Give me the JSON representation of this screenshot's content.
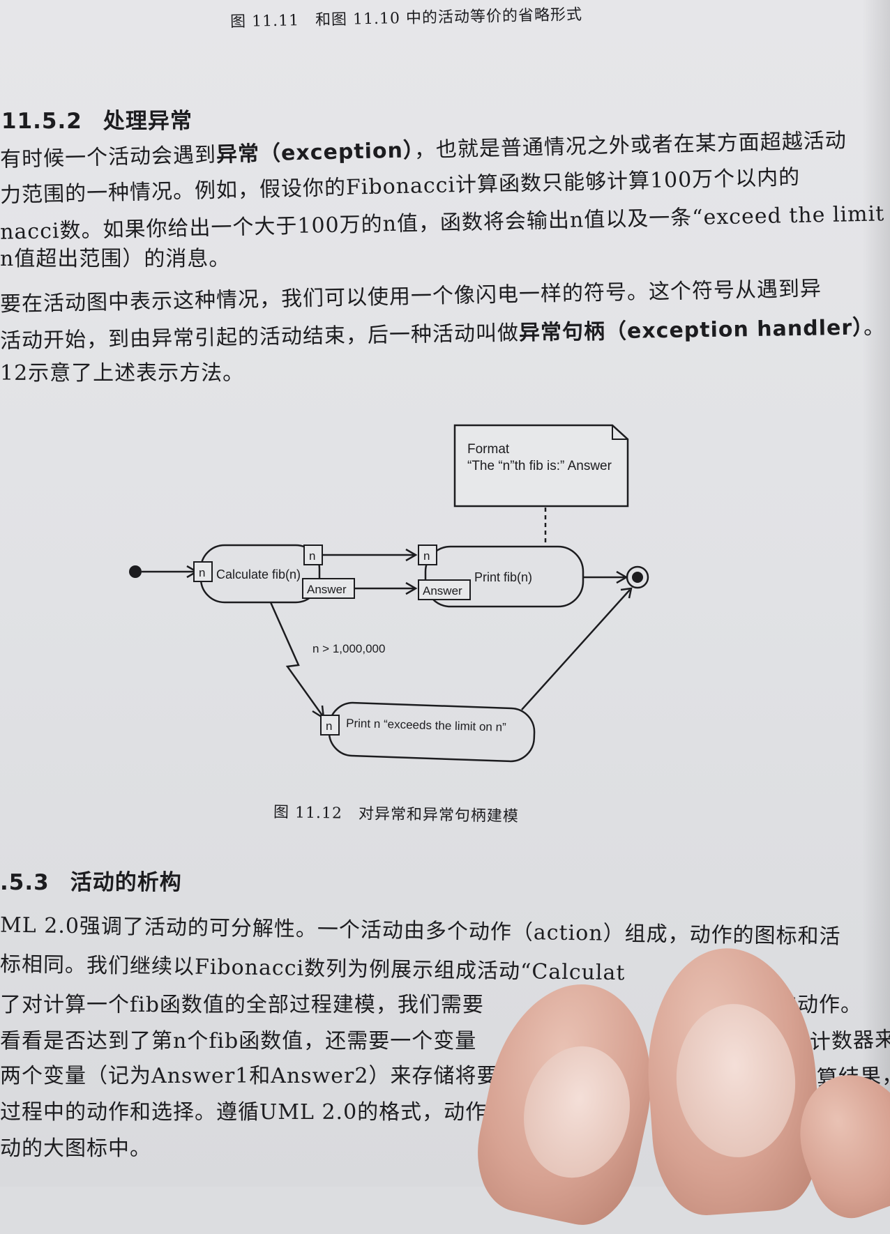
{
  "top_caption": "图 11.11　和图 11.10 中的活动等价的省略形式",
  "section_1": {
    "number": "11.5.2",
    "title": "处理异常"
  },
  "para_1": [
    {
      "pre": "有时候一个活动会遇到",
      "bold": "异常（exception）",
      "post": "，也就是普通情况之外或者在某方面超越活动"
    },
    {
      "pre": "力范围的一种情况。例如，假设你的Fibonacci计算函数只能够计算100万个以内的",
      "bold": "",
      "post": ""
    },
    {
      "pre": "nacci数。如果你给出一个大于100万的n值，函数将会输出n值以及一条“exceed the limit on",
      "bold": "",
      "post": ""
    },
    {
      "pre": "n值超出范围）的消息。",
      "bold": "",
      "post": ""
    }
  ],
  "para_2": [
    {
      "pre": "要在活动图中表示这种情况，我们可以使用一个像闪电一样的符号。这个符号从遇到异",
      "bold": "",
      "post": ""
    },
    {
      "pre": "活动开始，到由异常引起的活动结束，后一种活动叫做",
      "bold": "异常句柄（exception handler）",
      "post": "。"
    },
    {
      "pre": "12示意了上述表示方法。",
      "bold": "",
      "post": ""
    }
  ],
  "diagram": {
    "note_line1": "Format",
    "note_line2": "“The “n”th fib is:” Answer",
    "calc_label": "Calculate fib(n)",
    "print_label": "Print fib(n)",
    "exception_label": "Print n “exceeds the limit on n”",
    "pin_n": "n",
    "pin_answer": "Answer",
    "guard": "n > 1,000,000"
  },
  "figure_caption": "图 11.12　对异常和异常句柄建模",
  "section_2": {
    "number": ".5.3",
    "title": "活动的析构"
  },
  "para_3": [
    "ML 2.0强调了活动的可分解性。一个活动由多个动作（action）组成，动作的图标和活",
    "标相同。我们继续以Fibonacci数列为例展示组成活动“Calculat",
    "了对计算一个fib函数值的全部过程建模，我们需要",
    "看看是否达到了第n个fib函数值，还需要一个变量",
    "两个变量（记为Answer1和Answer2）来存储将要",
    "过程中的动作和选择。遵循UML 2.0的格式，动作",
    "动的大图标中。"
  ],
  "para_3_right": [
    "",
    "的动作。",
    "",
    "个计数器来",
    "计算结果，",
    "",
    ""
  ]
}
